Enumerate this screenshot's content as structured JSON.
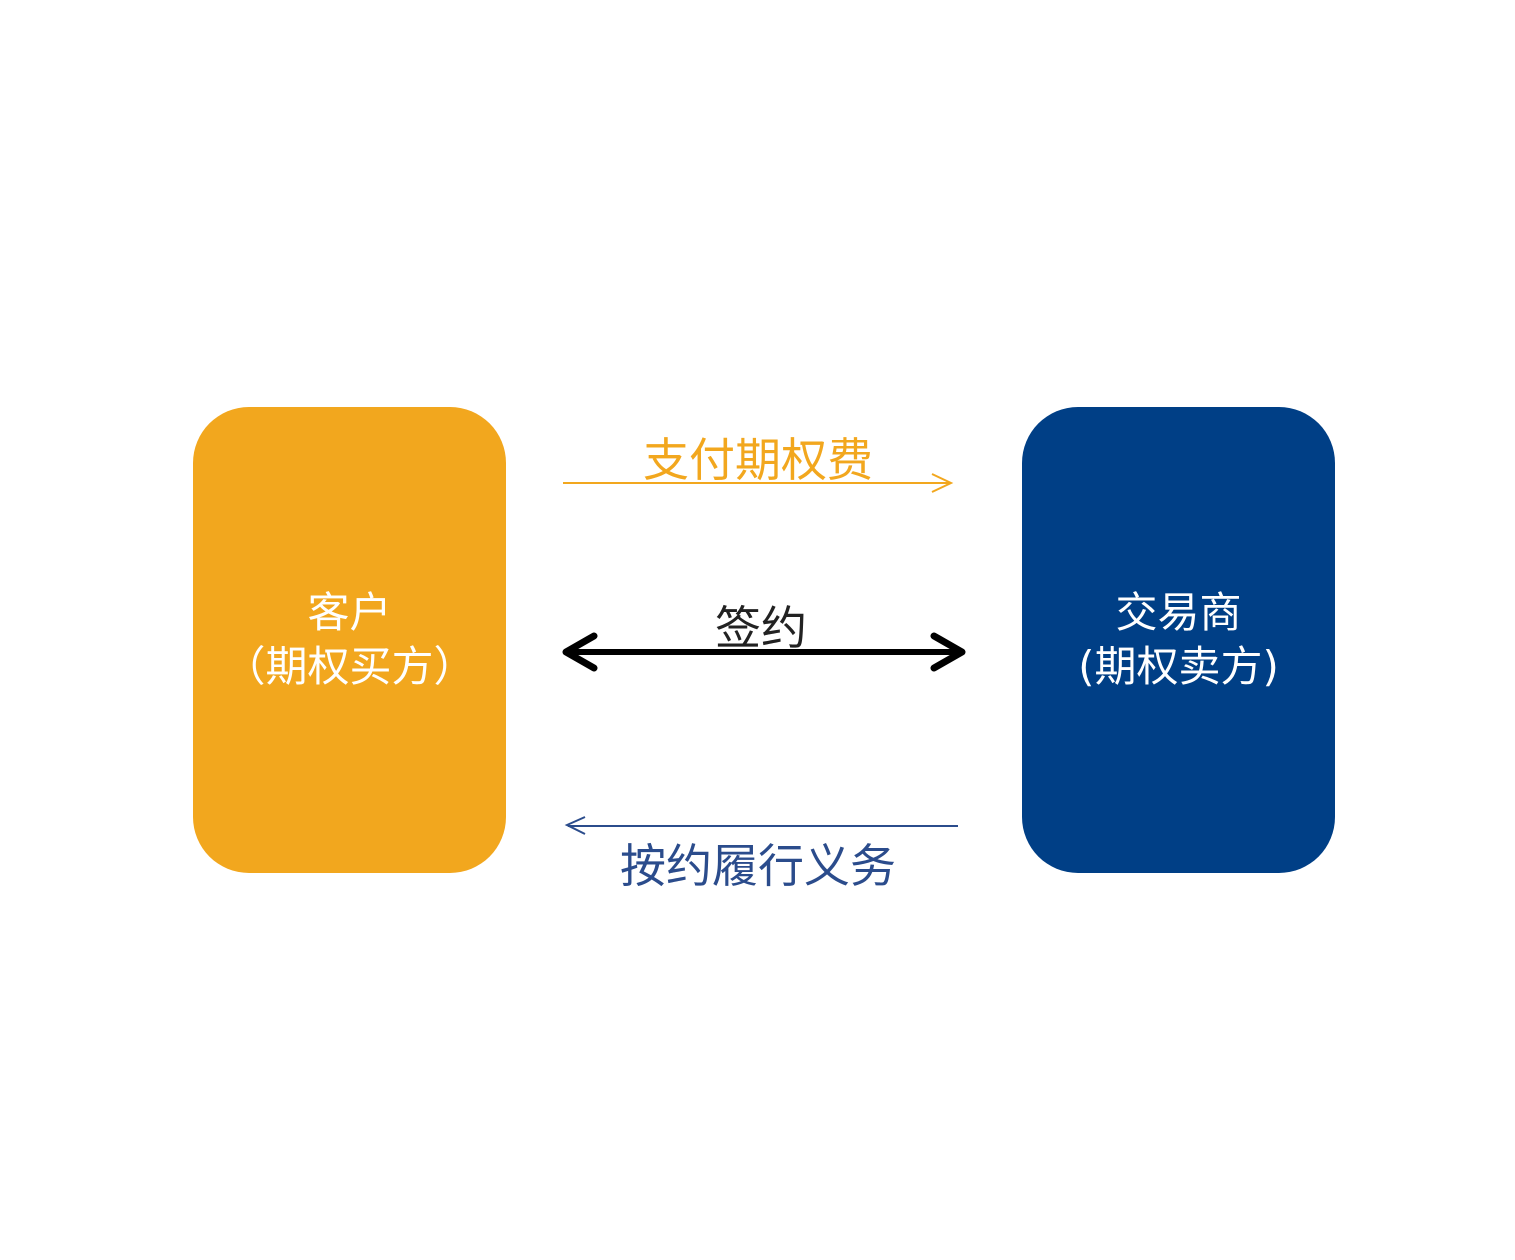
{
  "nodes": {
    "customer": {
      "title": "客户",
      "subtitle": "（期权买方）",
      "color": "#f2a71e"
    },
    "dealer": {
      "title": "交易商",
      "subtitle": "(期权卖方)",
      "color": "#003f86"
    }
  },
  "edges": {
    "premium": {
      "label": "支付期权费",
      "direction": "customer-to-dealer",
      "color": "#f2a71e"
    },
    "contract": {
      "label": "签约",
      "direction": "bidirectional",
      "color": "#000000"
    },
    "perform": {
      "label": "按约履行义务",
      "direction": "dealer-to-customer",
      "color": "#2b4c8c"
    }
  }
}
